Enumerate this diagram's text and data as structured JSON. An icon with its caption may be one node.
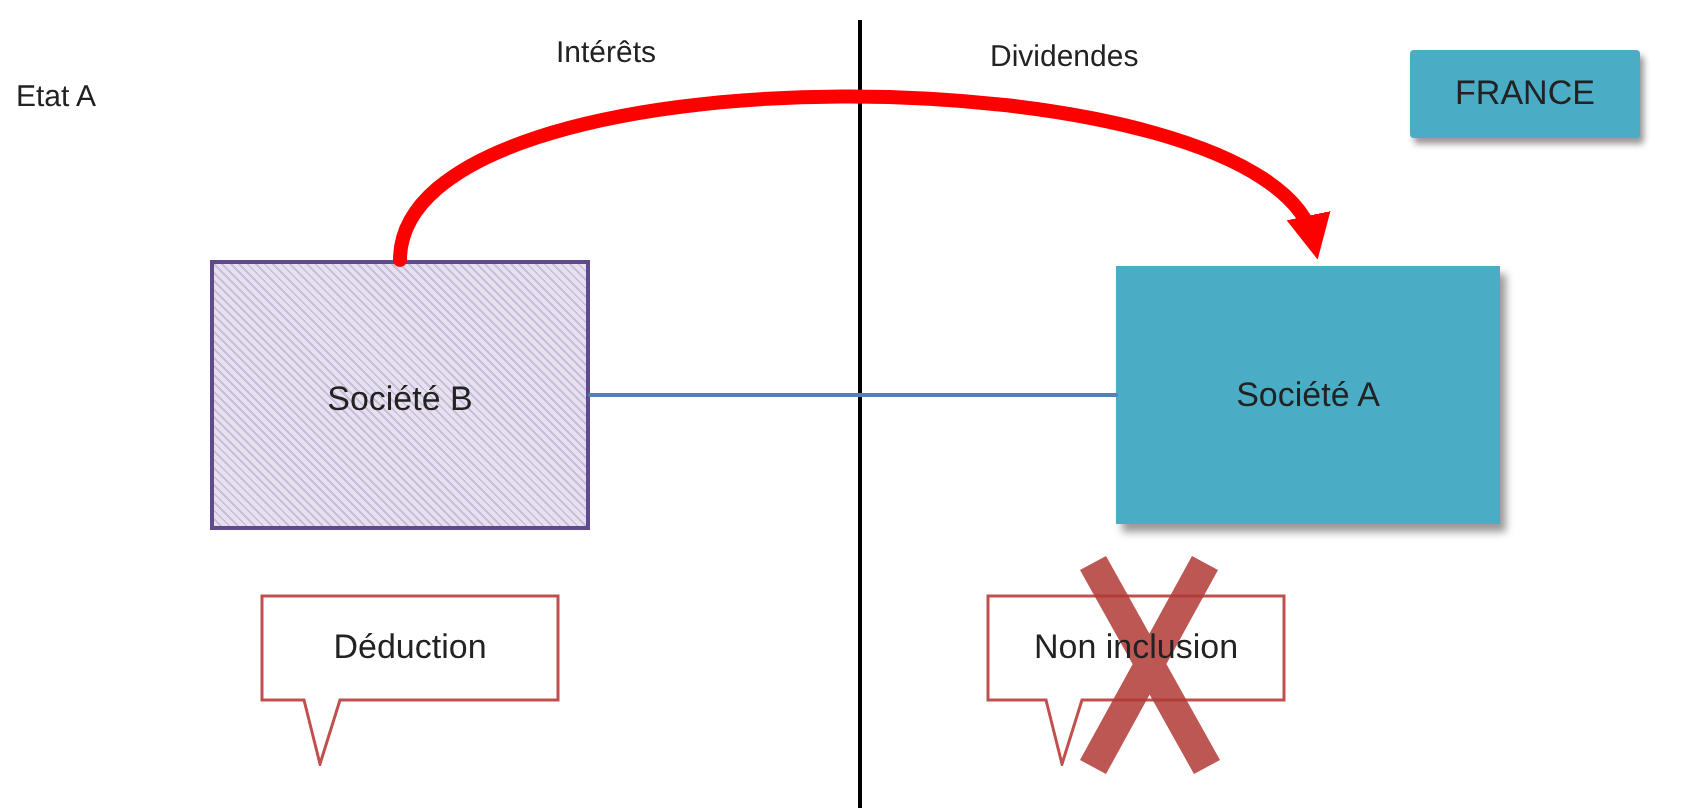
{
  "diagram": {
    "nodes": [
      {
        "text": [
          "FRANCE"
        ]
      },
      {
        "text": [
          "Société B"
        ]
      },
      {
        "text": [
          "Société A"
        ]
      },
      {
        "text": [
          "Déduction"
        ]
      },
      {
        "text": [
          "Non inclusion"
        ]
      }
    ],
    "edges": [
      {
        "from": 1,
        "to": 2,
        "arrow": "to",
        "style": "thick",
        "color": "#ff0000"
      },
      {
        "from": 1,
        "to": 2,
        "arrow": "none",
        "color": "#4f81bd"
      }
    ],
    "labels": [
      "Etat A",
      "Intérêts",
      "Dividendes"
    ]
  }
}
